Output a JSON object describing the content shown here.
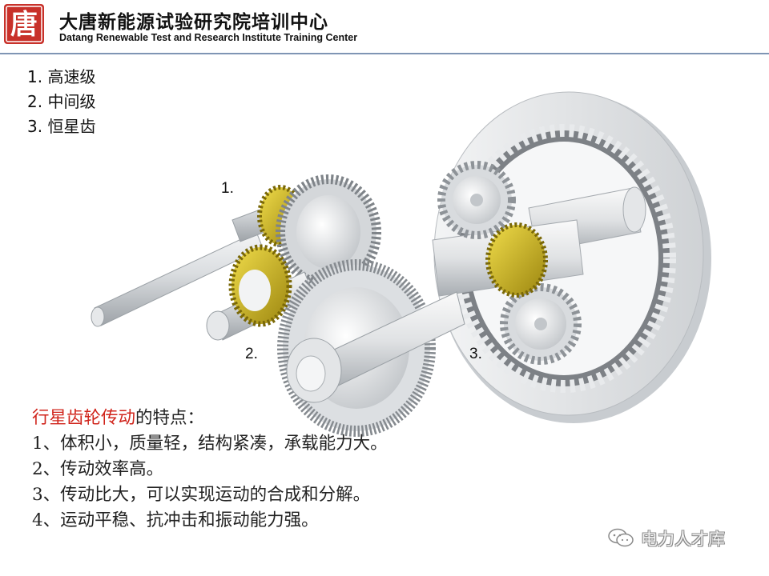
{
  "header": {
    "logo_char": "唐",
    "org_name_cn": "大唐新能源试验研究院培训中心",
    "org_name_en": "Datang Renewable Test and Research Institute Training Center"
  },
  "legend": [
    {
      "text": "1. 高速级"
    },
    {
      "text": "2. 中间级"
    },
    {
      "text": "3. 恒星齿"
    }
  ],
  "illustration": {
    "callouts": [
      "1.",
      "2.",
      "3."
    ],
    "colors": {
      "gear_gold": "#c9b21a",
      "steel": "#cfd3d6",
      "ring": "#e6e8ea"
    }
  },
  "features": {
    "title_accent": "行星齿轮传动",
    "title_rest": "的特点：",
    "lines": [
      "1、体积小，质量轻，结构紧凑，承载能力大。",
      "2、传动效率高。",
      "3、传动比大，可以实现运动的合成和分解。",
      "4、运动平稳、抗冲击和振动能力强。"
    ]
  },
  "watermark": {
    "icon": "wechat-icon",
    "text": "电力人才库"
  },
  "colors": {
    "accent_red": "#d0241b",
    "rule": "#7f95b4",
    "logo_red": "#c8312a"
  }
}
